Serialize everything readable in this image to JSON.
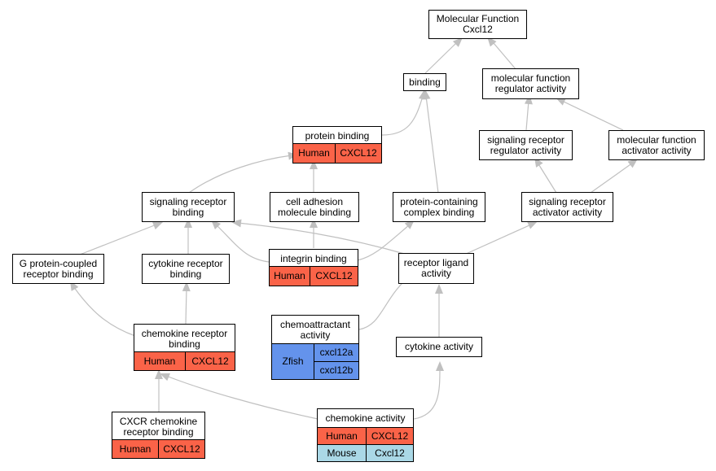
{
  "nodes": {
    "mf_root": {
      "lines": "Molecular Function\nCxcl12"
    },
    "binding": {
      "lines": "binding"
    },
    "mf_regulator": {
      "lines": "molecular function\nregulator activity"
    },
    "protein_binding": {
      "lines": "protein binding",
      "rows": [
        [
          "Human",
          "CXCL12"
        ]
      ]
    },
    "sig_rec_reg": {
      "lines": "signaling receptor\nregulator activity"
    },
    "mf_activator": {
      "lines": "molecular function\nactivator activity"
    },
    "sig_rec_binding": {
      "lines": "signaling receptor\nbinding"
    },
    "cell_adhesion": {
      "lines": "cell adhesion\nmolecule binding"
    },
    "protein_complex": {
      "lines": "protein-containing\ncomplex binding"
    },
    "sig_rec_activator": {
      "lines": "signaling receptor\nactivator activity"
    },
    "gpcr_binding": {
      "lines": "G protein-coupled\nreceptor binding"
    },
    "cytokine_rec_binding": {
      "lines": "cytokine receptor\nbinding"
    },
    "integrin_binding": {
      "lines": "integrin binding",
      "rows": [
        [
          "Human",
          "CXCL12"
        ]
      ]
    },
    "receptor_ligand": {
      "lines": "receptor ligand\nactivity"
    },
    "chemoattractant": {
      "lines": "chemoattractant\nactivity",
      "species": "Zfish",
      "genes": [
        "cxcl12a",
        "cxcl12b"
      ]
    },
    "chemokine_rec_binding": {
      "lines": "chemokine receptor\nbinding",
      "rows": [
        [
          "Human",
          "CXCL12"
        ]
      ]
    },
    "cytokine_activity": {
      "lines": "cytokine activity"
    },
    "cxcr_binding": {
      "lines": "CXCR chemokine\nreceptor binding",
      "rows": [
        [
          "Human",
          "CXCL12"
        ]
      ]
    },
    "chemokine_activity": {
      "lines": "chemokine activity",
      "rows": [
        [
          "Human",
          "CXCL12"
        ],
        [
          "Mouse",
          "Cxcl12"
        ]
      ]
    }
  },
  "colors": {
    "human": "#fa6348",
    "mouse": "#aad8e6",
    "zfish": "#6493ec",
    "edge": "#c0c0c0"
  }
}
